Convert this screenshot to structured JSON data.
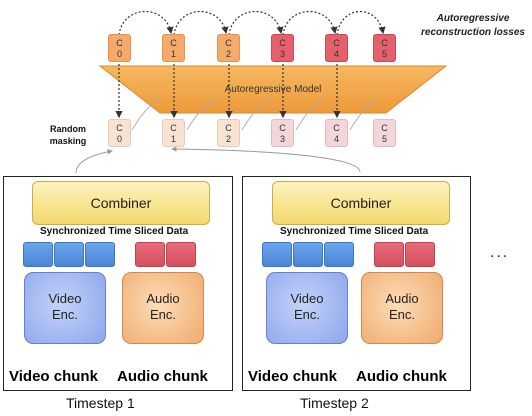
{
  "losses_label": [
    "Autoregressive",
    "reconstruction losses"
  ],
  "model_label": "Autoregressive Model",
  "masking_label": [
    "Random",
    "masking"
  ],
  "top_tokens": [
    {
      "letter": "C",
      "index": "0",
      "color": "orange"
    },
    {
      "letter": "C",
      "index": "1",
      "color": "orange"
    },
    {
      "letter": "C",
      "index": "2",
      "color": "orange"
    },
    {
      "letter": "C",
      "index": "3",
      "color": "red"
    },
    {
      "letter": "C",
      "index": "4",
      "color": "red"
    },
    {
      "letter": "C",
      "index": "5",
      "color": "red"
    }
  ],
  "bottom_tokens": [
    {
      "letter": "C",
      "index": "0",
      "color": "light-orange"
    },
    {
      "letter": "C",
      "index": "1",
      "color": "light-orange"
    },
    {
      "letter": "C",
      "index": "2",
      "color": "light-orange"
    },
    {
      "letter": "C",
      "index": "3",
      "color": "light-red"
    },
    {
      "letter": "C",
      "index": "4",
      "color": "light-red"
    },
    {
      "letter": "C",
      "index": "5",
      "color": "light-red"
    }
  ],
  "timesteps": [
    {
      "combiner": "Combiner",
      "sync_label": "Synchronized Time Sliced Data",
      "video_enc": [
        "Video",
        "Enc."
      ],
      "audio_enc": [
        "Audio",
        "Enc."
      ],
      "video_chunk": "Video chunk",
      "audio_chunk": "Audio chunk",
      "label": "Timestep 1"
    },
    {
      "combiner": "Combiner",
      "sync_label": "Synchronized Time Sliced Data",
      "video_enc": [
        "Video",
        "Enc."
      ],
      "audio_enc": [
        "Audio",
        "Enc."
      ],
      "video_chunk": "Video chunk",
      "audio_chunk": "Audio chunk",
      "label": "Timestep 2"
    }
  ],
  "ellipsis": "...",
  "colors": {
    "orange": "#f4aa6a",
    "red": "#e4606a",
    "model": "#f0a040",
    "video_blue": "#4a86d4",
    "combiner_yellow": "#f3d86a"
  }
}
